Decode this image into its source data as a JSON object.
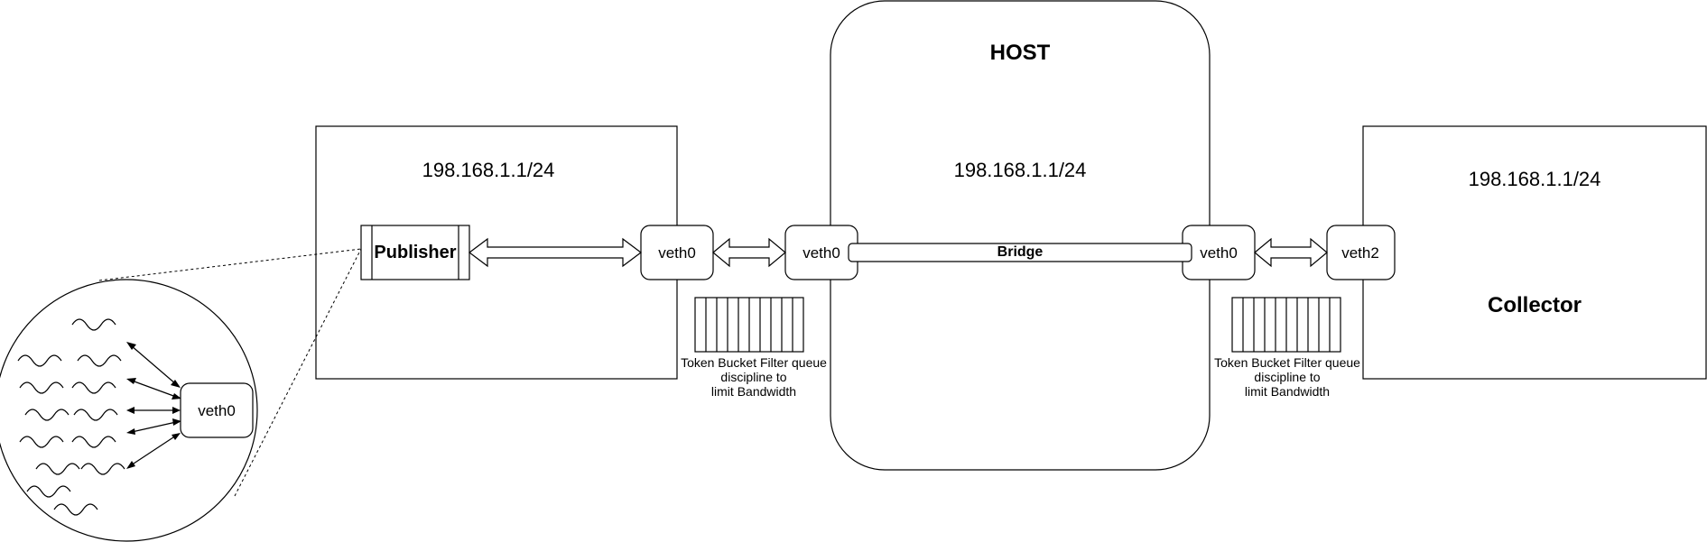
{
  "host": {
    "title": "HOST",
    "ip": "198.168.1.1/24",
    "bridge_label": "Bridge"
  },
  "publisher_node": {
    "ip": "198.168.1.1/24",
    "process_label": "Publisher",
    "veth_label": "veth0"
  },
  "collector_node": {
    "ip": "198.168.1.1/24",
    "title": "Collector",
    "veth_label": "veth2"
  },
  "host_ports": {
    "left_veth_label": "veth0",
    "right_veth_label": "veth0"
  },
  "zoom": {
    "veth_label": "veth0"
  },
  "tbf_left": {
    "lines": [
      "Token Bucket Filter queue",
      "discipline to",
      "limit Bandwidth"
    ]
  },
  "tbf_right": {
    "lines": [
      "Token Bucket Filter queue",
      "discipline to",
      "limit Bandwidth"
    ]
  }
}
